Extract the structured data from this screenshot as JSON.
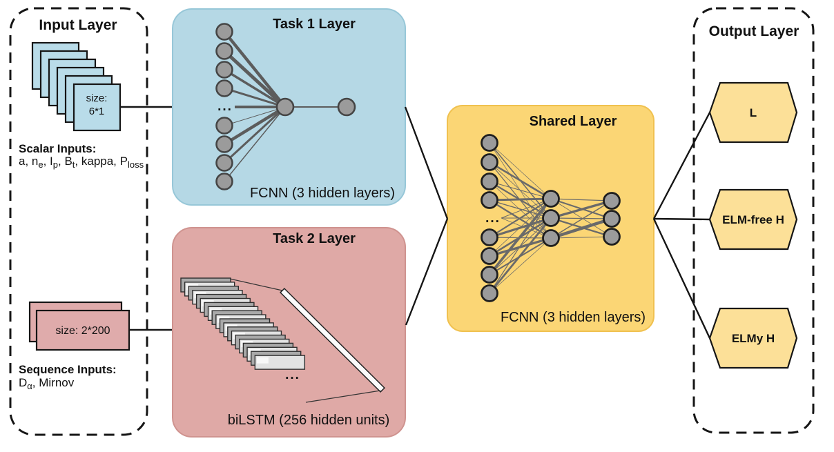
{
  "input_layer": {
    "title": "Input Layer",
    "scalar_card_size_line1": "size:",
    "scalar_card_size_line2": "6*1",
    "scalar_label": "Scalar Inputs:",
    "scalar_parts": [
      "a, n",
      "e",
      ", I",
      "p",
      ", B",
      "t",
      ", kappa, P",
      "loss"
    ],
    "sequence_card_size": "size: 2*200",
    "sequence_label": "Sequence Inputs:",
    "seq_var_base": "D",
    "seq_var_sub": "α",
    "seq_var_rest": ", Mirnov"
  },
  "task1": {
    "title": "Task 1 Layer",
    "dots": "...",
    "caption": "FCNN (3 hidden layers)"
  },
  "task2": {
    "title": "Task 2 Layer",
    "dots": "...",
    "caption": "biLSTM (256 hidden units)"
  },
  "shared": {
    "title": "Shared Layer",
    "dots": "...",
    "caption": "FCNN (3 hidden layers)"
  },
  "output_layer": {
    "title": "Output Layer",
    "hexagons": [
      {
        "label": "L"
      },
      {
        "label": "ELM-free H"
      },
      {
        "label": "ELMy H"
      }
    ]
  },
  "colors": {
    "task1_fill": "#b5d8e5",
    "task2_fill": "#dfa9a6",
    "shared_fill": "#fbd675",
    "hexagon_fill": "#fce098",
    "node_fill": "#9b9b9b",
    "line_gray": "#616161",
    "outline_black": "#151515"
  }
}
